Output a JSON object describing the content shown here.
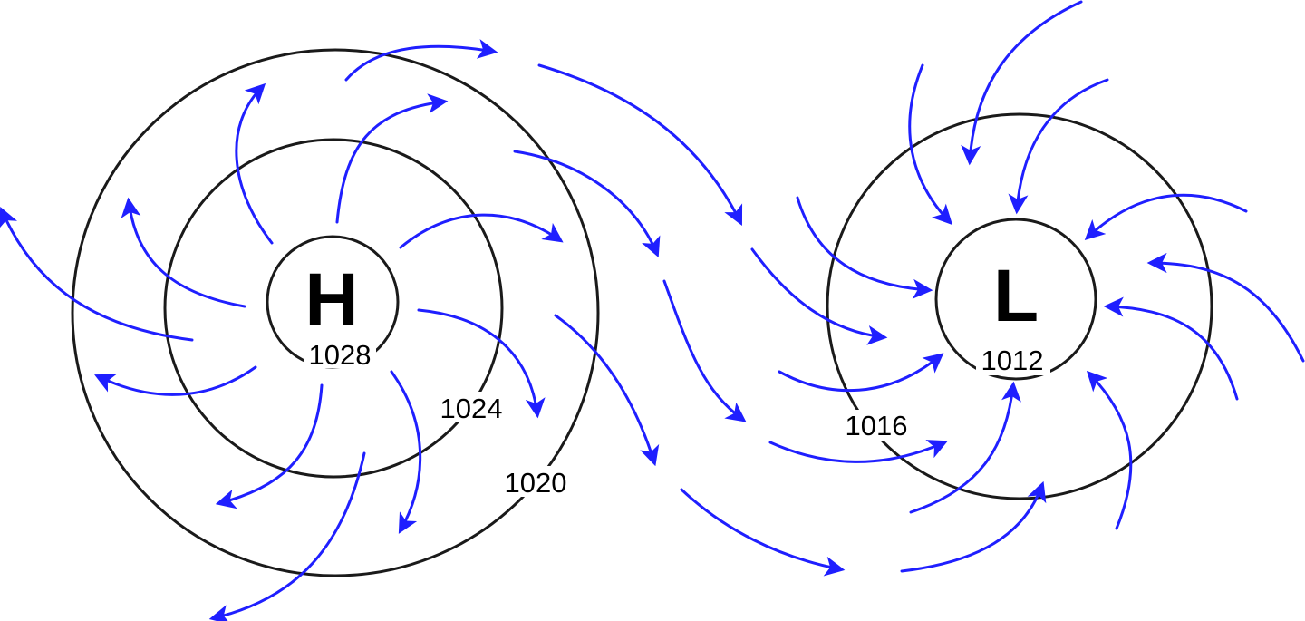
{
  "high": {
    "symbol": "H",
    "pressure": "1028"
  },
  "low": {
    "symbol": "L",
    "pressure": "1012"
  },
  "isobars": {
    "h_middle": "1024",
    "h_outer": "1020",
    "l_outer": "1016"
  },
  "colors": {
    "wind": "#1f1fff",
    "isobar": "#1a1a1a"
  }
}
